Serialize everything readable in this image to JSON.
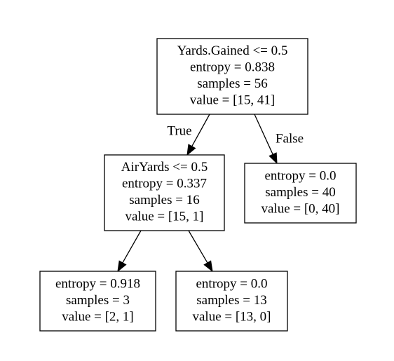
{
  "nodes": [
    {
      "id": "root",
      "lines": [
        "Yards.Gained <= 0.5",
        "entropy = 0.838",
        "samples = 56",
        "value = [15, 41]"
      ]
    },
    {
      "id": "left",
      "lines": [
        "AirYards <= 0.5",
        "entropy = 0.337",
        "samples = 16",
        "value = [15, 1]"
      ]
    },
    {
      "id": "right",
      "lines": [
        "entropy = 0.0",
        "samples = 40",
        "value = [0, 40]"
      ]
    },
    {
      "id": "left-left",
      "lines": [
        "entropy = 0.918",
        "samples = 3",
        "value = [2, 1]"
      ]
    },
    {
      "id": "left-right",
      "lines": [
        "entropy = 0.0",
        "samples = 13",
        "value = [13, 0]"
      ]
    }
  ],
  "edges": [
    {
      "from": "root",
      "to": "left",
      "label": "True"
    },
    {
      "from": "root",
      "to": "right",
      "label": "False"
    },
    {
      "from": "left",
      "to": "left-left",
      "label": ""
    },
    {
      "from": "left",
      "to": "left-right",
      "label": ""
    }
  ]
}
